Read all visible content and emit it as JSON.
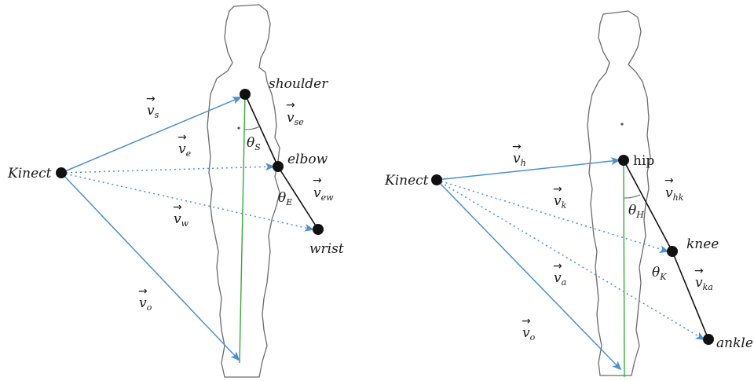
{
  "left_panel": {
    "source_label": "Kinect",
    "joints": {
      "shoulder": "shoulder",
      "elbow": "elbow",
      "wrist": "wrist"
    },
    "vectors": {
      "v_s": {
        "base": "v",
        "sub": "s"
      },
      "v_e": {
        "base": "v",
        "sub": "e"
      },
      "v_w": {
        "base": "v",
        "sub": "w"
      },
      "v_o": {
        "base": "v",
        "sub": "o"
      },
      "v_se": {
        "base": "v",
        "sub": "se"
      },
      "v_ew": {
        "base": "v",
        "sub": "ew"
      }
    },
    "angles": {
      "theta_s": {
        "base": "θ",
        "sub": "S"
      },
      "theta_e": {
        "base": "θ",
        "sub": "E"
      }
    }
  },
  "right_panel": {
    "source_label": "Kinect",
    "joints": {
      "hip": "hip",
      "knee": "knee",
      "ankle": "ankle"
    },
    "vectors": {
      "v_h": {
        "base": "v",
        "sub": "h"
      },
      "v_k": {
        "base": "v",
        "sub": "k"
      },
      "v_a": {
        "base": "v",
        "sub": "a"
      },
      "v_o": {
        "base": "v",
        "sub": "o"
      },
      "v_hk": {
        "base": "v",
        "sub": "hk"
      },
      "v_ka": {
        "base": "v",
        "sub": "ka"
      }
    },
    "angles": {
      "theta_h": {
        "base": "θ",
        "sub": "H"
      },
      "theta_k": {
        "base": "θ",
        "sub": "K"
      }
    }
  },
  "colors": {
    "vector_line": "#4a90d0",
    "vertical_line": "#3aa83a",
    "segment_line": "#111111",
    "joint_dot": "#111111",
    "outline": "#6b6b6b"
  },
  "arrow_glyph": "→"
}
